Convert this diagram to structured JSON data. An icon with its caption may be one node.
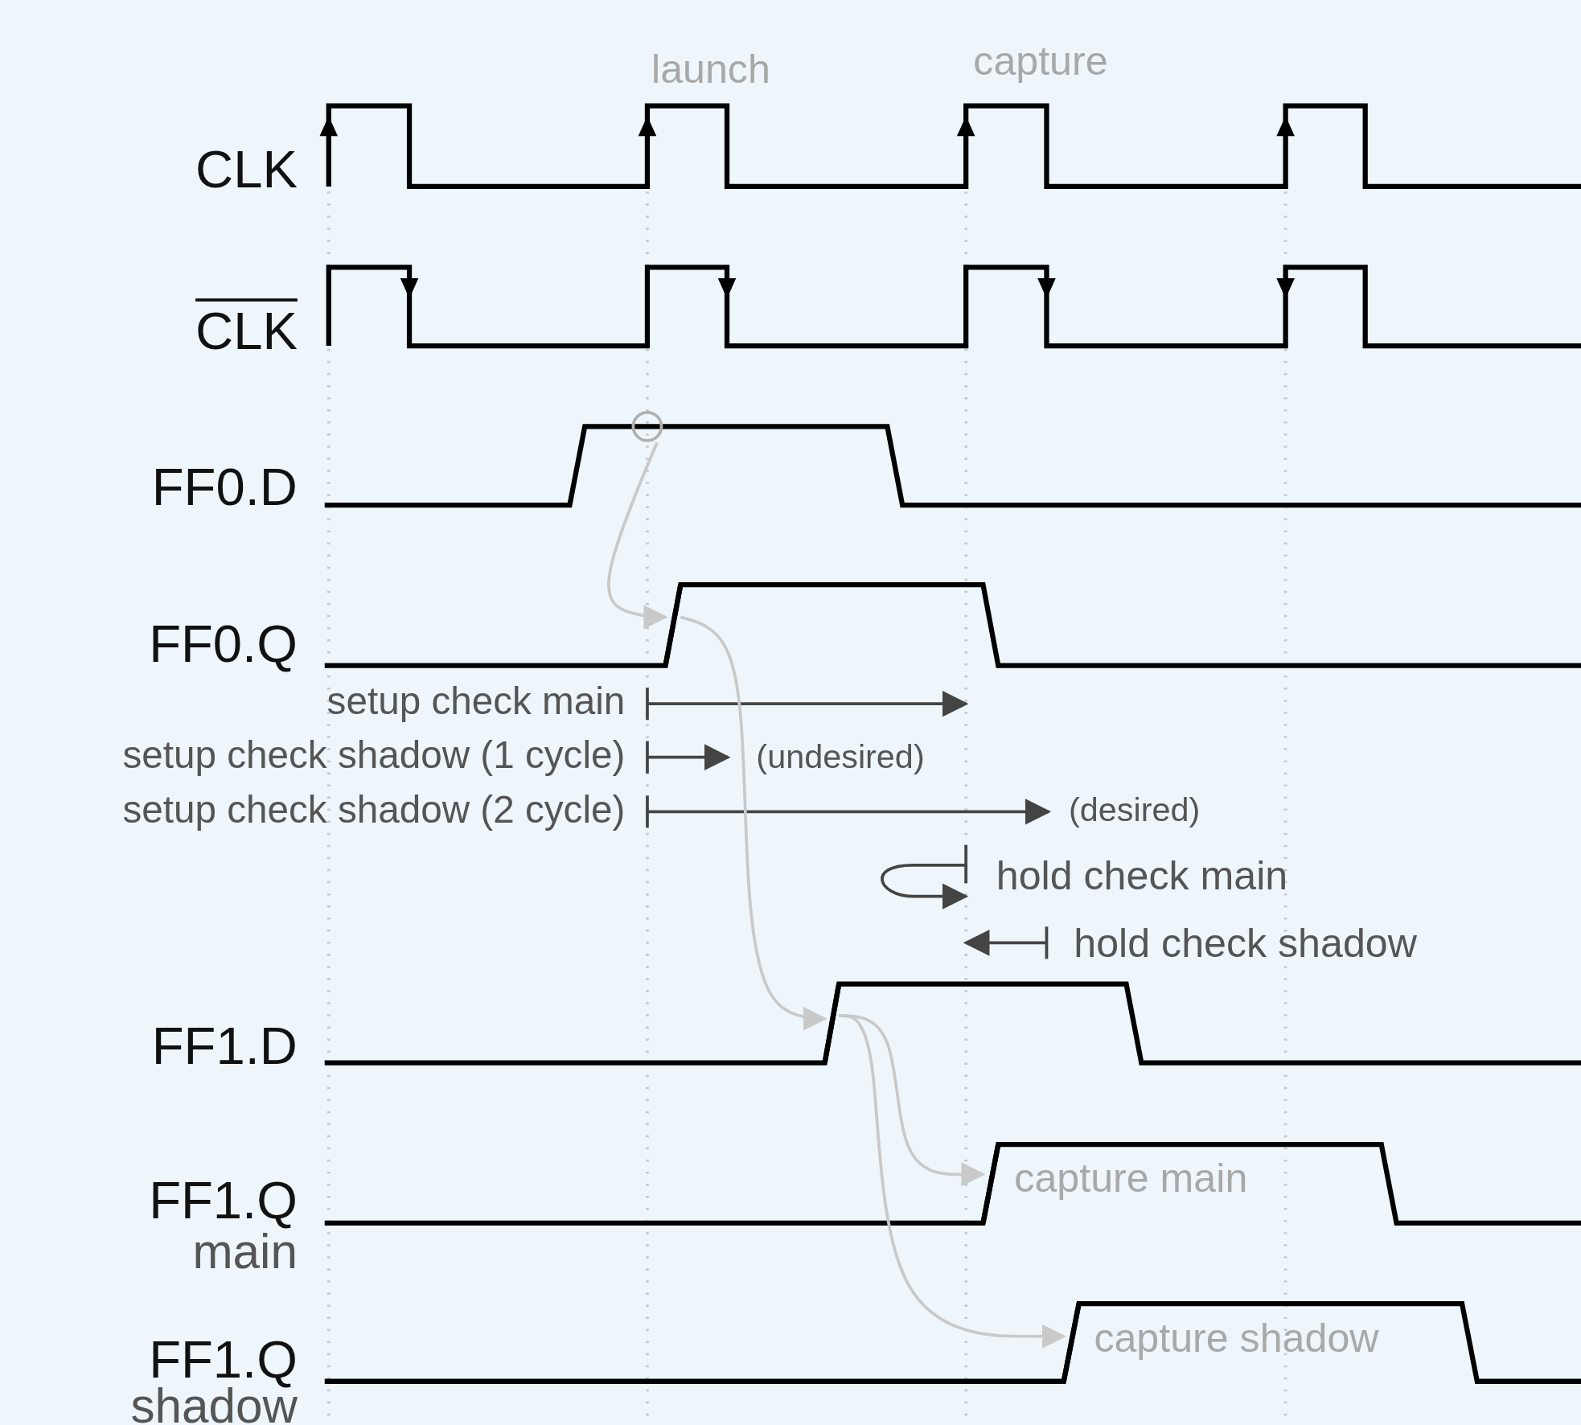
{
  "diagram": {
    "nodes": [
      {
        "text": [],
        "shape": "circle"
      },
      {
        "text": [],
        "shape": "bar"
      },
      {
        "text": [],
        "shape": "bar"
      },
      {
        "text": [],
        "shape": "bar"
      },
      {
        "text": [],
        "shape": "bar"
      }
    ],
    "edges": [
      {
        "from": 0,
        "to": 1,
        "arrow": "to"
      },
      {
        "from": 1,
        "to": 2,
        "arrow": "to"
      },
      {
        "from": 2,
        "to": 3,
        "arrow": "to"
      },
      {
        "from": 2,
        "to": 4,
        "arrow": "to"
      }
    ],
    "labels": [
      "launch",
      "capture",
      "CLK",
      "CLK",
      "FF0.D",
      "FF0.Q",
      "setup check main",
      "setup check shadow (1 cycle)",
      "(undesired)",
      "setup check shadow (2 cycle)",
      "(desired)",
      "hold check main",
      "hold check shadow",
      "FF1.D",
      "FF1.Q",
      "main",
      "capture main",
      "FF1.Q",
      "shadow",
      "capture shadow"
    ]
  }
}
